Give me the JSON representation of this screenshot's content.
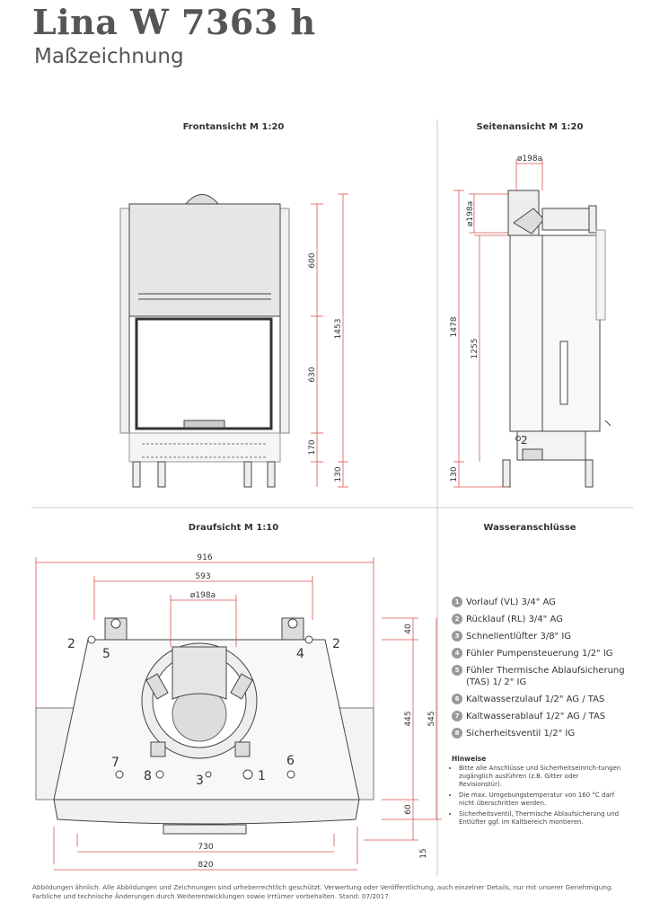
{
  "header": {
    "title": "Lina W 7363 h",
    "subtitle": "Maßzeichnung"
  },
  "views": {
    "front": "Frontansicht M 1:20",
    "side": "Seitenansicht M 1:20",
    "top": "Draufsicht M 1:10",
    "water": "Wasseranschlüsse"
  },
  "dimensions": {
    "front": {
      "d600": "600",
      "d630": "630",
      "d170": "170",
      "d1453": "1453",
      "d130": "130"
    },
    "side": {
      "d198a": "ø198a",
      "d198a_v": "ø198a",
      "d1478": "1478",
      "d1255": "1255",
      "d130": "130"
    },
    "top": {
      "d916": "916",
      "d593": "593",
      "d198a": "ø198a",
      "d40": "40",
      "d445": "445",
      "d545": "545",
      "d60": "60",
      "d730": "730",
      "d820": "820",
      "d15": "15"
    }
  },
  "top_labels": {
    "l2_left": "2",
    "l5": "5",
    "l4": "4",
    "l2_right": "2",
    "l7": "7",
    "l8": "8",
    "l3": "3",
    "l1": "1",
    "l6": "6"
  },
  "side_label": {
    "l2": "2"
  },
  "legend": [
    {
      "num": "1",
      "text": "Vorlauf (VL) 3/4\" AG"
    },
    {
      "num": "2",
      "text": "Rücklauf (RL) 3/4\" AG"
    },
    {
      "num": "3",
      "text": "Schnellentlüfter 3/8\" IG"
    },
    {
      "num": "4",
      "text": "Fühler Pumpensteuerung 1/2\" IG"
    },
    {
      "num": "5",
      "text": "Fühler Thermische Ablaufsicherung (TAS) 1/ 2\" IG"
    },
    {
      "num": "6",
      "text": "Kaltwasserzulauf 1/2\" AG / TAS"
    },
    {
      "num": "7",
      "text": "Kaltwasserablauf 1/2\" AG / TAS"
    },
    {
      "num": "8",
      "text": "Sicherheitsventil 1/2\" IG"
    }
  ],
  "notes": {
    "heading": "Hinweise",
    "items": [
      "Bitte alle Anschlüsse und Sicherheitseinrich-tungen zugänglich ausführen (z.B. Gitter oder Revisionstür).",
      "Die max. Umgebungstemperatur von 160 °C darf nicht überschritten werden.",
      "Sicherheitsventil, Thermische Ablaufsicherung und Entlüfter ggf. im Kaltbereich montieren."
    ]
  },
  "footer": {
    "line1": "Abbildungen ähnlich. Alle Abbildungen und Zeichnungen sind urheberrechtlich geschützt. Verwertung oder Veröffentlichung, auch einzelner Details, nur mit unserer Genehmigung.",
    "line2": "Farbliche und technische Änderungen durch Weiterentwicklungen sowie Irrtümer vorbehalten. Stand: 07/2017"
  }
}
